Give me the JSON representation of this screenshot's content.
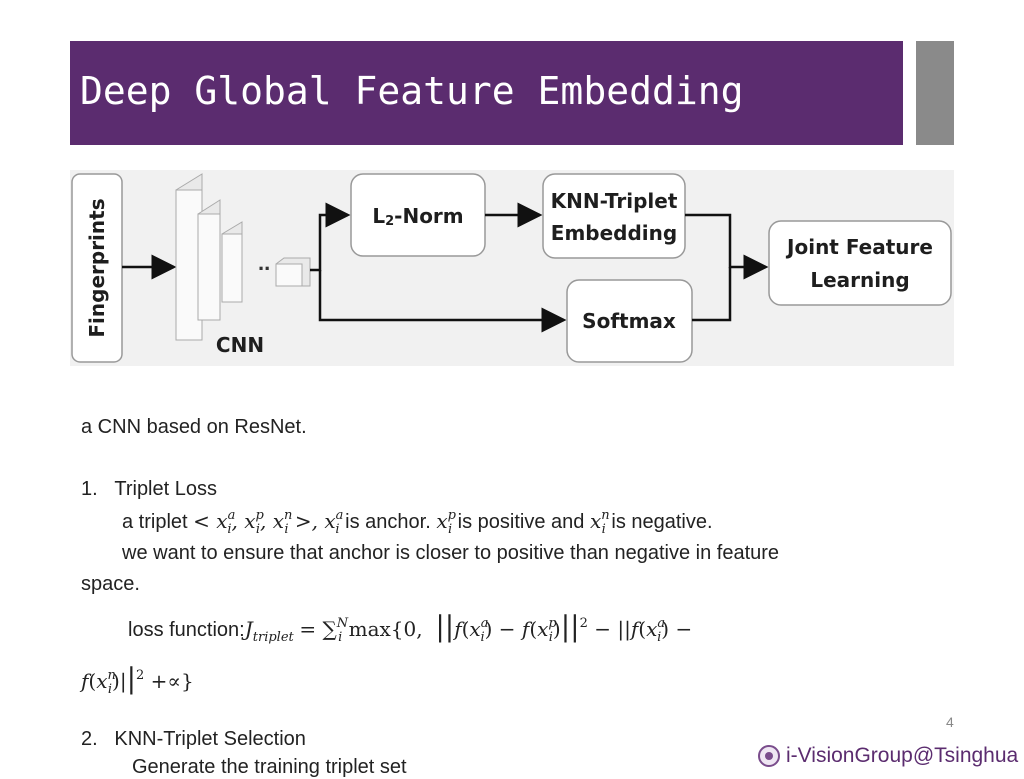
{
  "slide": {
    "title": "Deep Global Feature Embedding",
    "page_number": "4",
    "footer": "i-VisionGroup@Tsinghua"
  },
  "diagram": {
    "fingerprints": "Fingerprints",
    "cnn": "CNN",
    "l2_prefix": "L",
    "l2_sub": "2",
    "l2_suffix": "-Norm",
    "knn_line1": "KNN-Triplet",
    "knn_line2": "Embedding",
    "softmax": "Softmax",
    "joint_line1": "Joint Feature",
    "joint_line2": "Learning",
    "ellipsis": ".."
  },
  "content": {
    "intro": "a CNN based on ResNet.",
    "item1": {
      "number": "1.",
      "heading": "Triplet Loss",
      "triplet_prefix": "a triplet",
      "is_anchor": "is anchor.",
      "is_positive": "is positive and",
      "is_negative": "is negative.",
      "ensure_line1": "we want to ensure that anchor is closer to positive than negative in  feature",
      "ensure_line2": "space.",
      "loss_label": "loss function:"
    },
    "item2": {
      "number": "2.",
      "heading": "KNN-Triplet Selection",
      "sub": "Generate the training triplet set"
    }
  }
}
